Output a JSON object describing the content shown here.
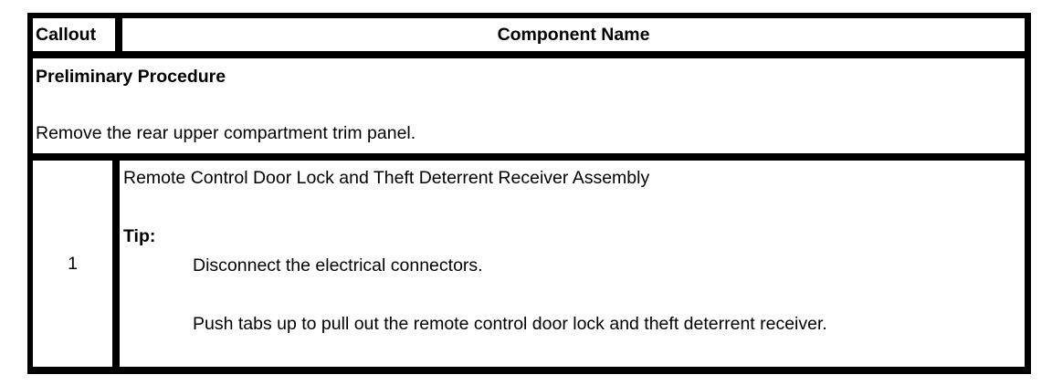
{
  "colors": {
    "border": "#000000",
    "text": "#000000",
    "background": "#ffffff"
  },
  "table": {
    "header": {
      "callout": "Callout",
      "component": "Component Name"
    },
    "preliminary": {
      "title": "Preliminary Procedure",
      "instruction": "Remove the rear upper compartment trim panel."
    },
    "rows": [
      {
        "callout": "1",
        "component_name": "Remote Control Door Lock and Theft Deterrent Receiver Assembly",
        "tip_label": "Tip:",
        "tips": [
          "Disconnect the electrical connectors.",
          "Push tabs up to pull out the remote control door lock and theft deterrent receiver."
        ]
      }
    ]
  }
}
